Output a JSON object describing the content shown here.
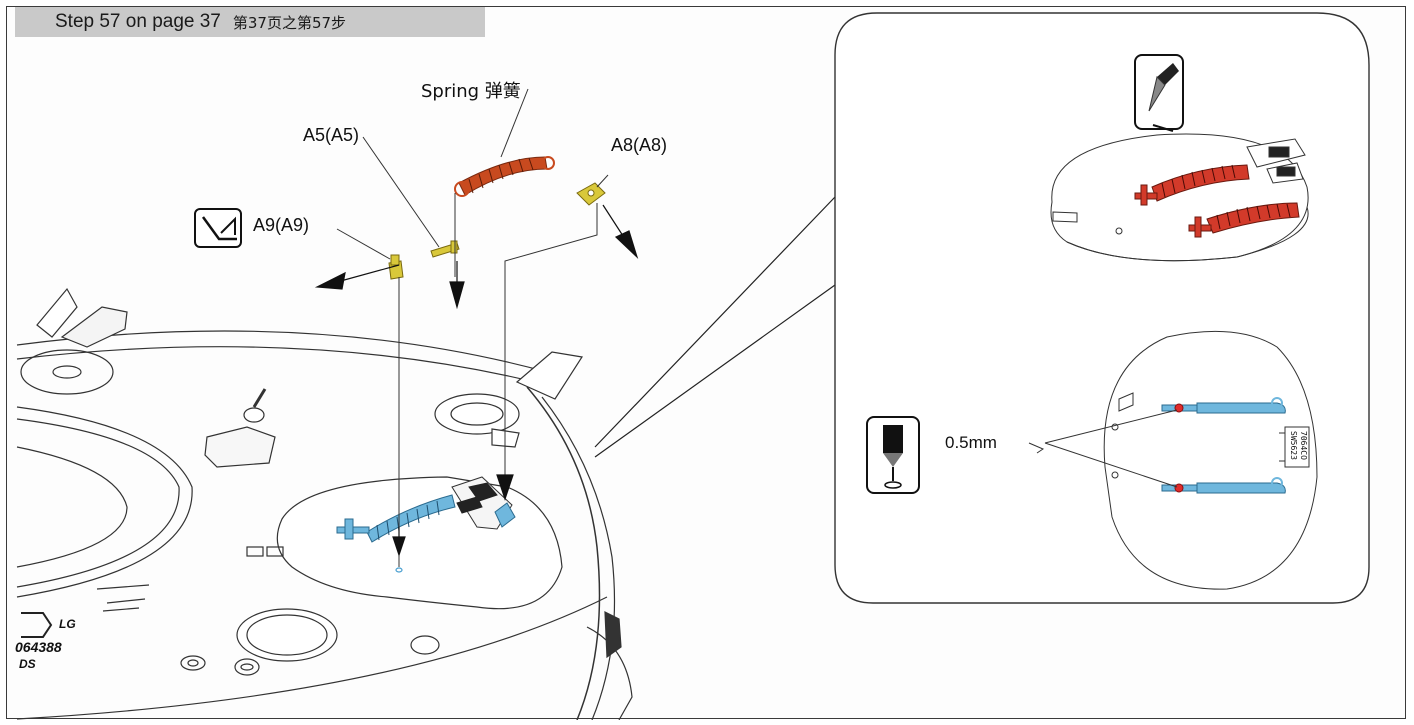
{
  "step_banner": {
    "en": "Step 57 on page 37",
    "cn": "第37页之第57步"
  },
  "callouts": {
    "spring": "Spring 弹簧",
    "a5": "A5(A5)",
    "a8": "A8(A8)",
    "a9": "A9(A9)",
    "drill_size": "0.5mm"
  },
  "detail_parts": {
    "label_1": "SW5623",
    "label_2": "7064CO"
  },
  "base_markings": {
    "line_1": "LG",
    "line_2": "064388",
    "line_3": "DS"
  },
  "icons": {
    "snip": "side-cutter-icon",
    "knife": "hobby-knife-icon",
    "drill": "pin-vise-drill-icon"
  },
  "colors": {
    "spring_red": "#c84a1f",
    "part_yellow": "#d9c83a",
    "installed_blue": "#6fb7dd",
    "drill_point": "#e02b2b",
    "banner_gray": "#c9c9c9"
  }
}
